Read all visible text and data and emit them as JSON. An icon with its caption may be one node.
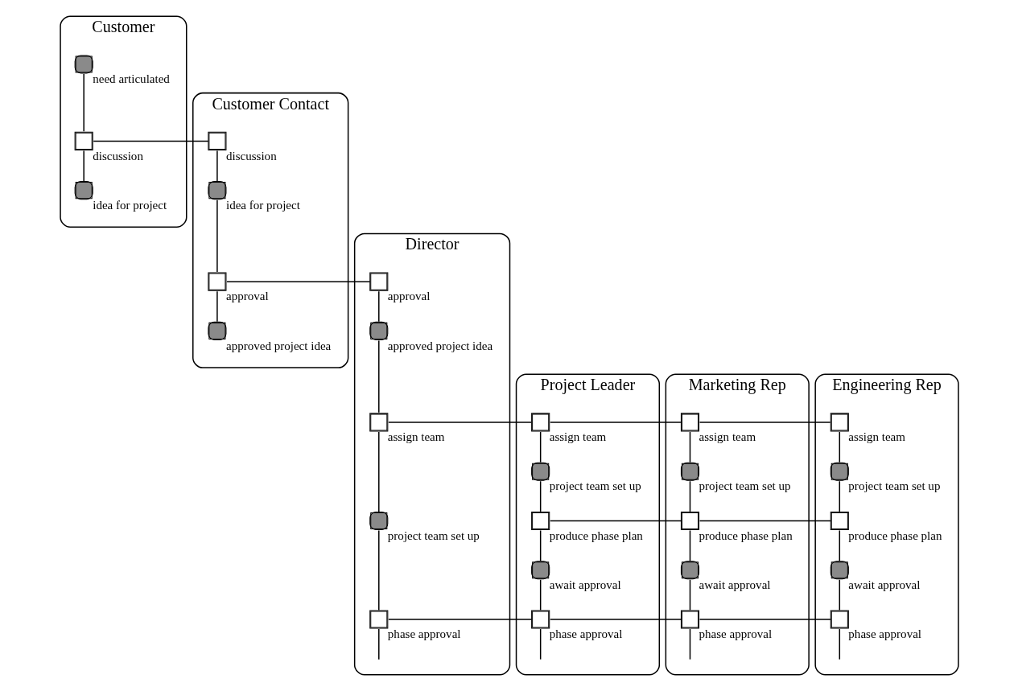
{
  "diagram": {
    "nodes": [
      {
        "text": [
          "Customer"
        ]
      },
      {
        "text": [],
        "shape": "circle",
        "beside": [
          "need articulated"
        ],
        "in": 0
      },
      {
        "text": [],
        "shape": "box",
        "beside": [
          "discussion"
        ],
        "in": 0
      },
      {
        "text": [],
        "shape": "circle",
        "beside": [
          "idea for project"
        ],
        "in": 0
      },
      {
        "text": [
          "Customer Contact"
        ]
      },
      {
        "text": [],
        "shape": "box",
        "beside": [
          "discussion"
        ],
        "in": 4
      },
      {
        "text": [],
        "shape": "circle",
        "beside": [
          "idea for project"
        ],
        "in": 4
      },
      {
        "text": [],
        "shape": "box",
        "beside": [
          "approval"
        ],
        "in": 4
      },
      {
        "text": [],
        "shape": "circle",
        "beside": [
          "approved project idea"
        ],
        "in": 4
      },
      {
        "text": [
          "Director"
        ]
      },
      {
        "text": [],
        "shape": "box",
        "beside": [
          "approval"
        ],
        "in": 9
      },
      {
        "text": [],
        "shape": "circle",
        "beside": [
          "approved project idea"
        ],
        "in": 9
      },
      {
        "text": [],
        "shape": "box",
        "beside": [
          "assign team"
        ],
        "in": 9
      },
      {
        "text": [],
        "shape": "circle",
        "beside": [
          "project team set up"
        ],
        "in": 9
      },
      {
        "text": [],
        "shape": "box",
        "beside": [
          "phase approval"
        ],
        "in": 9
      },
      {
        "text": [
          "Project Leader"
        ]
      },
      {
        "text": [],
        "shape": "box",
        "beside": [
          "assign team"
        ],
        "in": 15
      },
      {
        "text": [],
        "shape": "circle",
        "beside": [
          "project team set up"
        ],
        "in": 15
      },
      {
        "text": [],
        "shape": "box",
        "beside": [
          "produce phase plan"
        ],
        "in": 15
      },
      {
        "text": [],
        "shape": "circle",
        "beside": [
          "await approval"
        ],
        "in": 15
      },
      {
        "text": [],
        "shape": "box",
        "beside": [
          "phase approval"
        ],
        "in": 15
      },
      {
        "text": [
          "Marketing Rep"
        ]
      },
      {
        "text": [],
        "shape": "box",
        "beside": [
          "assign team"
        ],
        "in": 21
      },
      {
        "text": [],
        "shape": "circle",
        "beside": [
          "project team set up"
        ],
        "in": 21
      },
      {
        "text": [],
        "shape": "box",
        "beside": [
          "produce phase plan"
        ],
        "in": 21
      },
      {
        "text": [],
        "shape": "circle",
        "beside": [
          "await approval"
        ],
        "in": 21
      },
      {
        "text": [],
        "shape": "box",
        "beside": [
          "phase approval"
        ],
        "in": 21
      },
      {
        "text": [
          "Engineering Rep"
        ]
      },
      {
        "text": [],
        "shape": "box",
        "beside": [
          "assign team"
        ],
        "in": 27
      },
      {
        "text": [],
        "shape": "circle",
        "beside": [
          "project team set up"
        ],
        "in": 27
      },
      {
        "text": [],
        "shape": "box",
        "beside": [
          "produce phase plan"
        ],
        "in": 27
      },
      {
        "text": [],
        "shape": "circle",
        "beside": [
          "await approval"
        ],
        "in": 27
      },
      {
        "text": [],
        "shape": "box",
        "beside": [
          "phase approval"
        ],
        "in": 27
      }
    ],
    "edges": [
      {
        "from": 1,
        "to": 2,
        "arrow": "none"
      },
      {
        "from": 2,
        "to": 3,
        "arrow": "none"
      },
      {
        "from": 5,
        "to": 6,
        "arrow": "none"
      },
      {
        "from": 6,
        "to": 7,
        "arrow": "none"
      },
      {
        "from": 7,
        "to": 8,
        "arrow": "none"
      },
      {
        "from": 10,
        "to": 11,
        "arrow": "none"
      },
      {
        "from": 11,
        "to": 12,
        "arrow": "none"
      },
      {
        "from": 12,
        "to": 13,
        "arrow": "none"
      },
      {
        "from": 13,
        "to": 14,
        "arrow": "none"
      },
      {
        "from": 14,
        "to": null,
        "arrow": "none"
      },
      {
        "from": 16,
        "to": 17,
        "arrow": "none"
      },
      {
        "from": 17,
        "to": 18,
        "arrow": "none"
      },
      {
        "from": 18,
        "to": 19,
        "arrow": "none"
      },
      {
        "from": 19,
        "to": 20,
        "arrow": "none"
      },
      {
        "from": 20,
        "to": null,
        "arrow": "none"
      },
      {
        "from": 22,
        "to": 23,
        "arrow": "none"
      },
      {
        "from": 23,
        "to": 24,
        "arrow": "none"
      },
      {
        "from": 24,
        "to": 25,
        "arrow": "none"
      },
      {
        "from": 25,
        "to": 26,
        "arrow": "none"
      },
      {
        "from": 26,
        "to": null,
        "arrow": "none"
      },
      {
        "from": 28,
        "to": 29,
        "arrow": "none"
      },
      {
        "from": 29,
        "to": 30,
        "arrow": "none"
      },
      {
        "from": 30,
        "to": 31,
        "arrow": "none"
      },
      {
        "from": 31,
        "to": 32,
        "arrow": "none"
      },
      {
        "from": 32,
        "to": null,
        "arrow": "none"
      },
      {
        "from": 2,
        "to": 5,
        "arrow": "none"
      },
      {
        "from": 7,
        "to": 10,
        "arrow": "none"
      },
      {
        "from": 12,
        "to": 16,
        "arrow": "none"
      },
      {
        "from": 16,
        "to": 22,
        "arrow": "none"
      },
      {
        "from": 22,
        "to": 28,
        "arrow": "none"
      },
      {
        "from": 18,
        "to": 24,
        "arrow": "none"
      },
      {
        "from": 24,
        "to": 30,
        "arrow": "none"
      },
      {
        "from": 14,
        "to": 20,
        "arrow": "none"
      },
      {
        "from": 20,
        "to": 26,
        "arrow": "none"
      },
      {
        "from": 26,
        "to": 32,
        "arrow": "none"
      }
    ]
  }
}
